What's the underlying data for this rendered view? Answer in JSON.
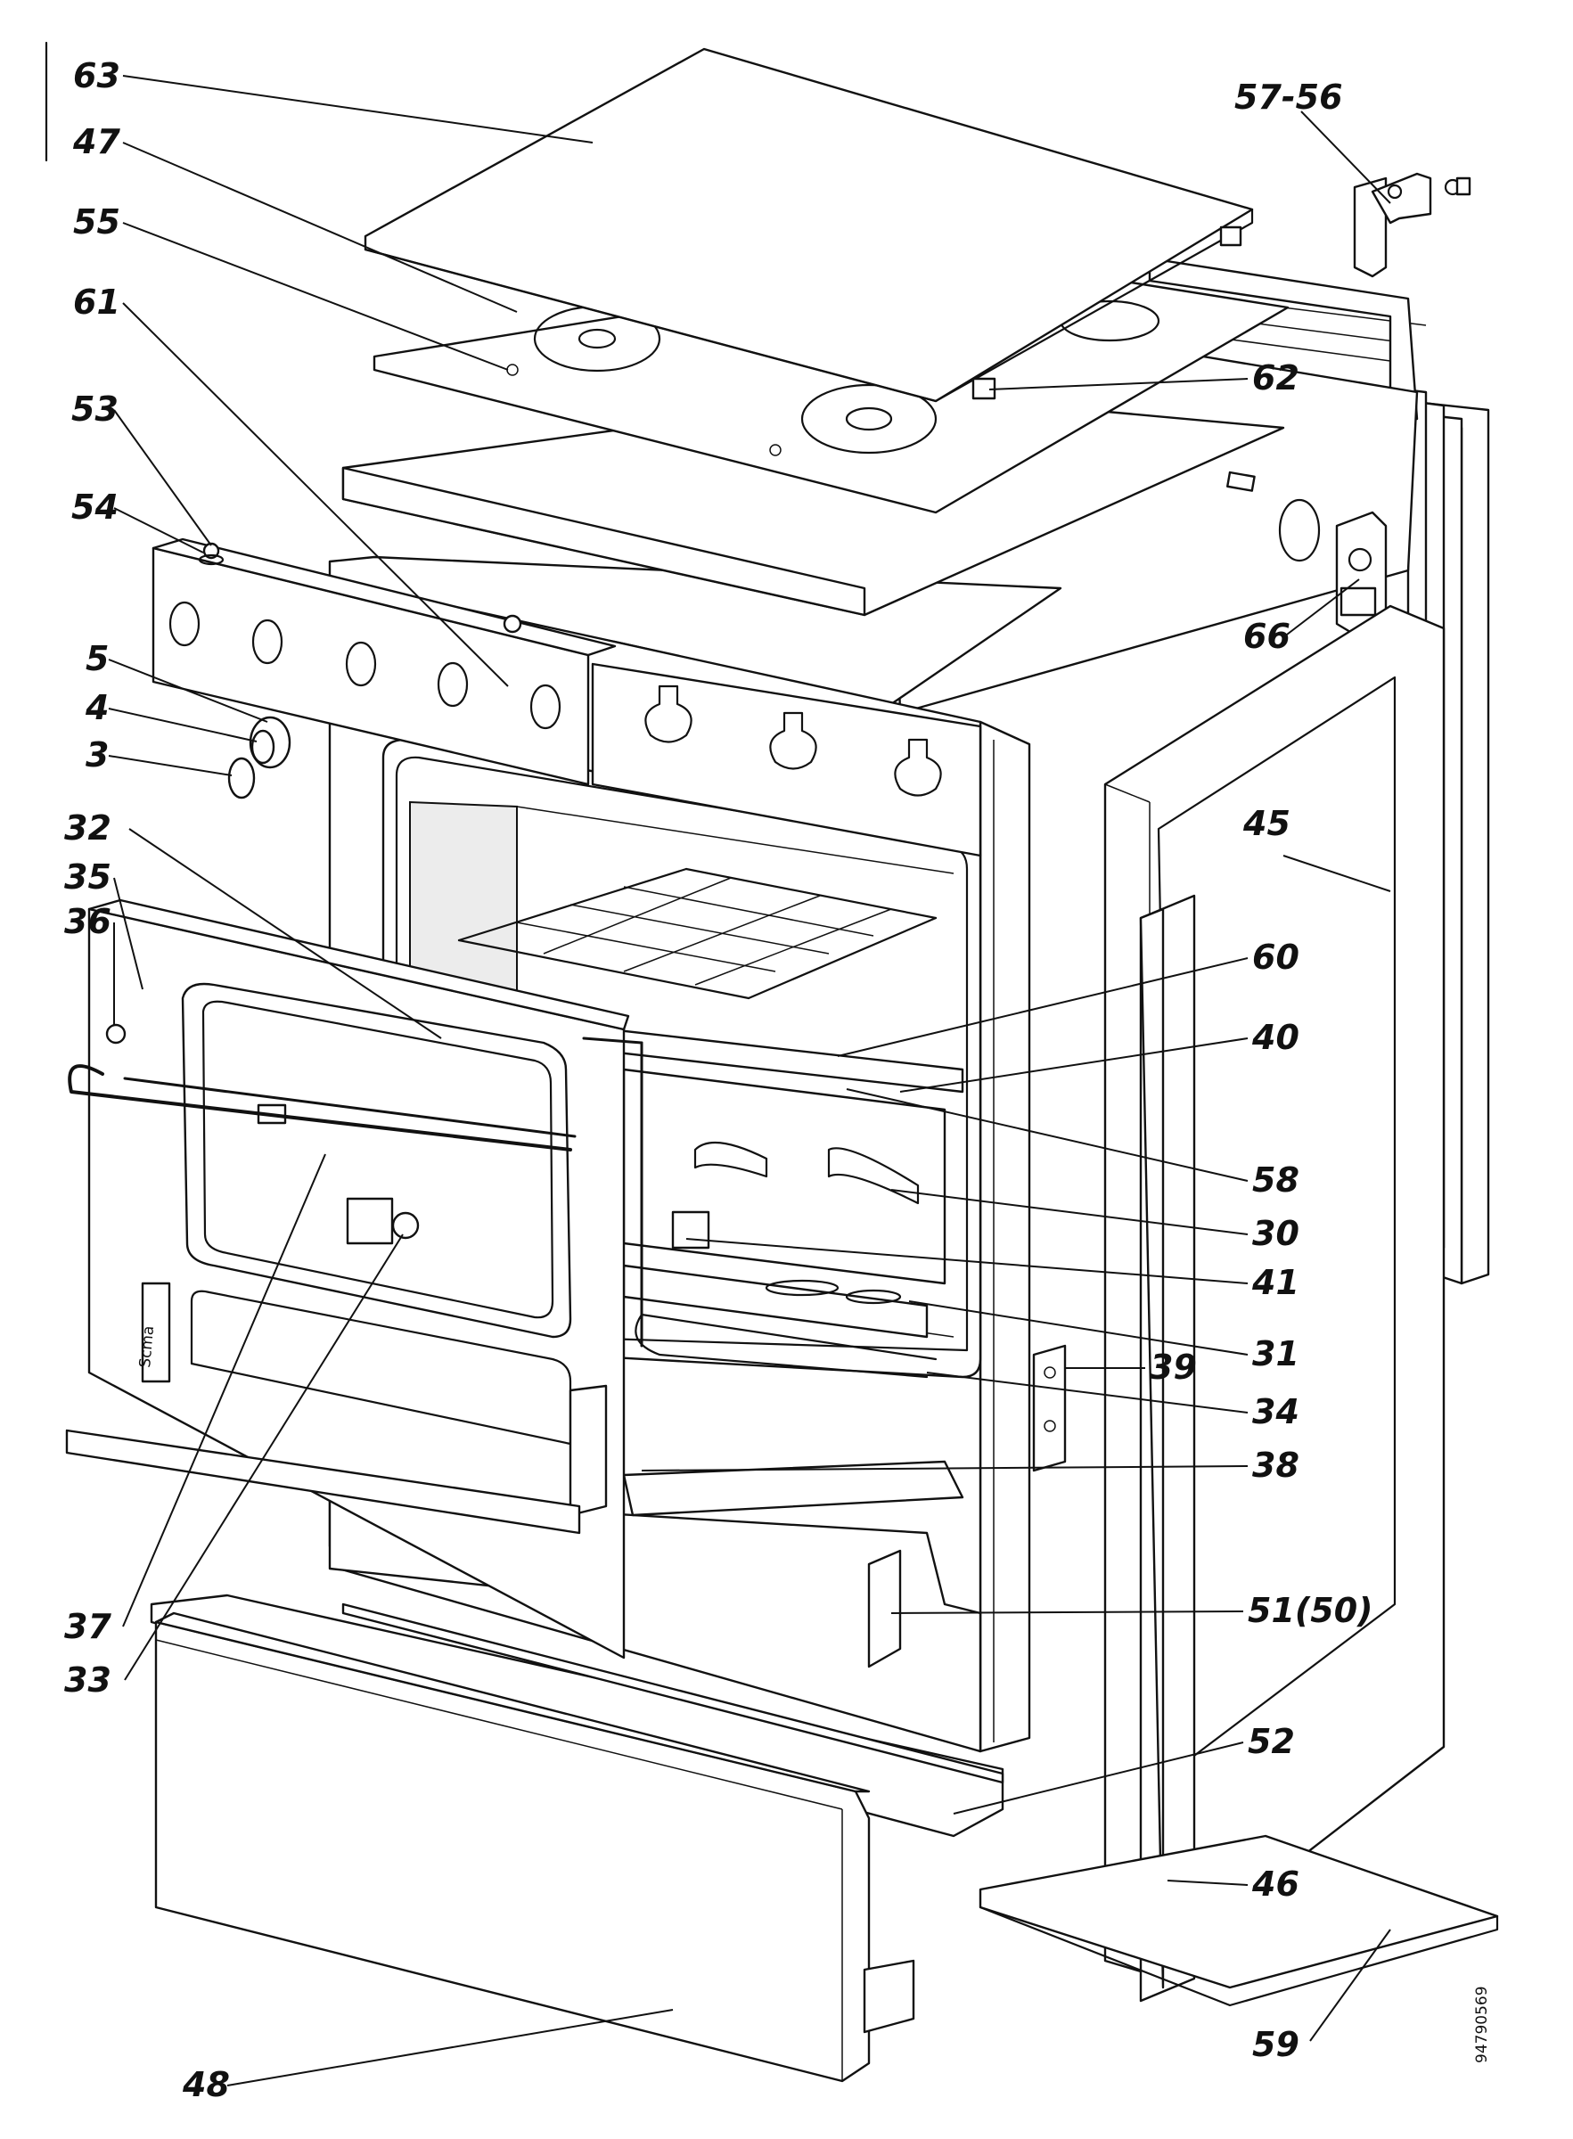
{
  "document_number": "94790569",
  "callouts": [
    {
      "id": "c63",
      "text": "63"
    },
    {
      "id": "c47",
      "text": "47"
    },
    {
      "id": "c55",
      "text": "55"
    },
    {
      "id": "c61",
      "text": "61"
    },
    {
      "id": "c53",
      "text": "53"
    },
    {
      "id": "c54",
      "text": "54"
    },
    {
      "id": "c5",
      "text": "5"
    },
    {
      "id": "c4",
      "text": "4"
    },
    {
      "id": "c3",
      "text": "3"
    },
    {
      "id": "c32",
      "text": "32"
    },
    {
      "id": "c35",
      "text": "35"
    },
    {
      "id": "c36",
      "text": "36"
    },
    {
      "id": "c37",
      "text": "37"
    },
    {
      "id": "c33",
      "text": "33"
    },
    {
      "id": "c48",
      "text": "48"
    },
    {
      "id": "c5756",
      "text": "57-56"
    },
    {
      "id": "c62",
      "text": "62"
    },
    {
      "id": "c66",
      "text": "66"
    },
    {
      "id": "c45",
      "text": "45"
    },
    {
      "id": "c60",
      "text": "60"
    },
    {
      "id": "c40",
      "text": "40"
    },
    {
      "id": "c58",
      "text": "58"
    },
    {
      "id": "c30",
      "text": "30"
    },
    {
      "id": "c41",
      "text": "41"
    },
    {
      "id": "c31",
      "text": "31"
    },
    {
      "id": "c39",
      "text": "39"
    },
    {
      "id": "c34",
      "text": "34"
    },
    {
      "id": "c38",
      "text": "38"
    },
    {
      "id": "c5150",
      "text": "51(50)"
    },
    {
      "id": "c52",
      "text": "52"
    },
    {
      "id": "c46",
      "text": "46"
    },
    {
      "id": "c59",
      "text": "59"
    }
  ],
  "door_print": "Scma"
}
